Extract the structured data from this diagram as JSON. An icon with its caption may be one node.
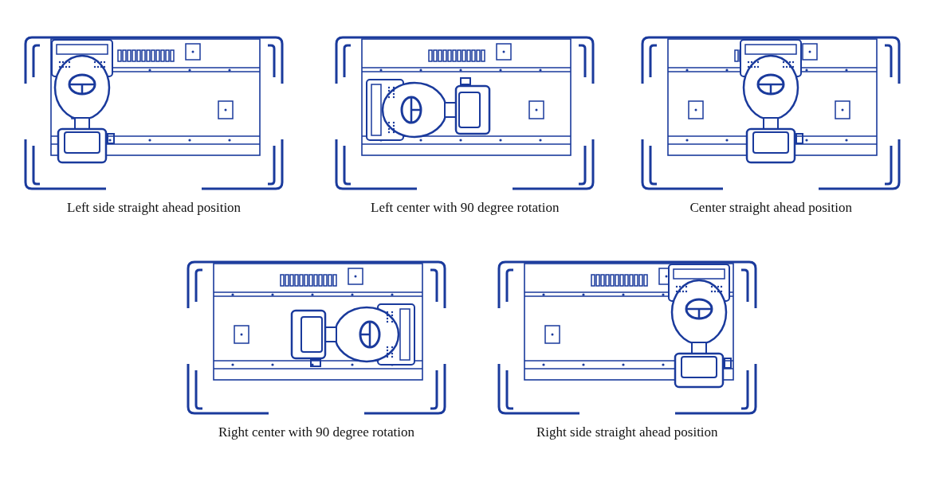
{
  "diagram": {
    "labels": [
      "Left side straight ahead position",
      "Left center with 90 degree rotation",
      "Center straight ahead position",
      "Right center with 90 degree rotation",
      "Right side straight ahead position"
    ]
  }
}
